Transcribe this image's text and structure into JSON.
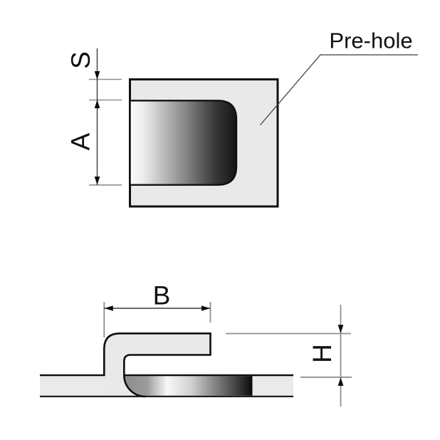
{
  "drawing": {
    "callout": {
      "label": "Pre-hole"
    },
    "dimensions": {
      "top_view": {
        "s_label": "S",
        "a_label": "A"
      },
      "section_view": {
        "b_label": "B",
        "h_label": "H"
      }
    },
    "colors": {
      "background": "#ffffff",
      "outline": "#101010",
      "plate_fill": "#e9e9e9",
      "hole_gradient_start": "#ffffff",
      "hole_gradient_end": "#141414",
      "section_hole_gradient_mid": "#f8f8f8",
      "dimension_line": "#3c3c3c",
      "extension_line": "#8f8f8f",
      "label_text": "#111111"
    }
  }
}
